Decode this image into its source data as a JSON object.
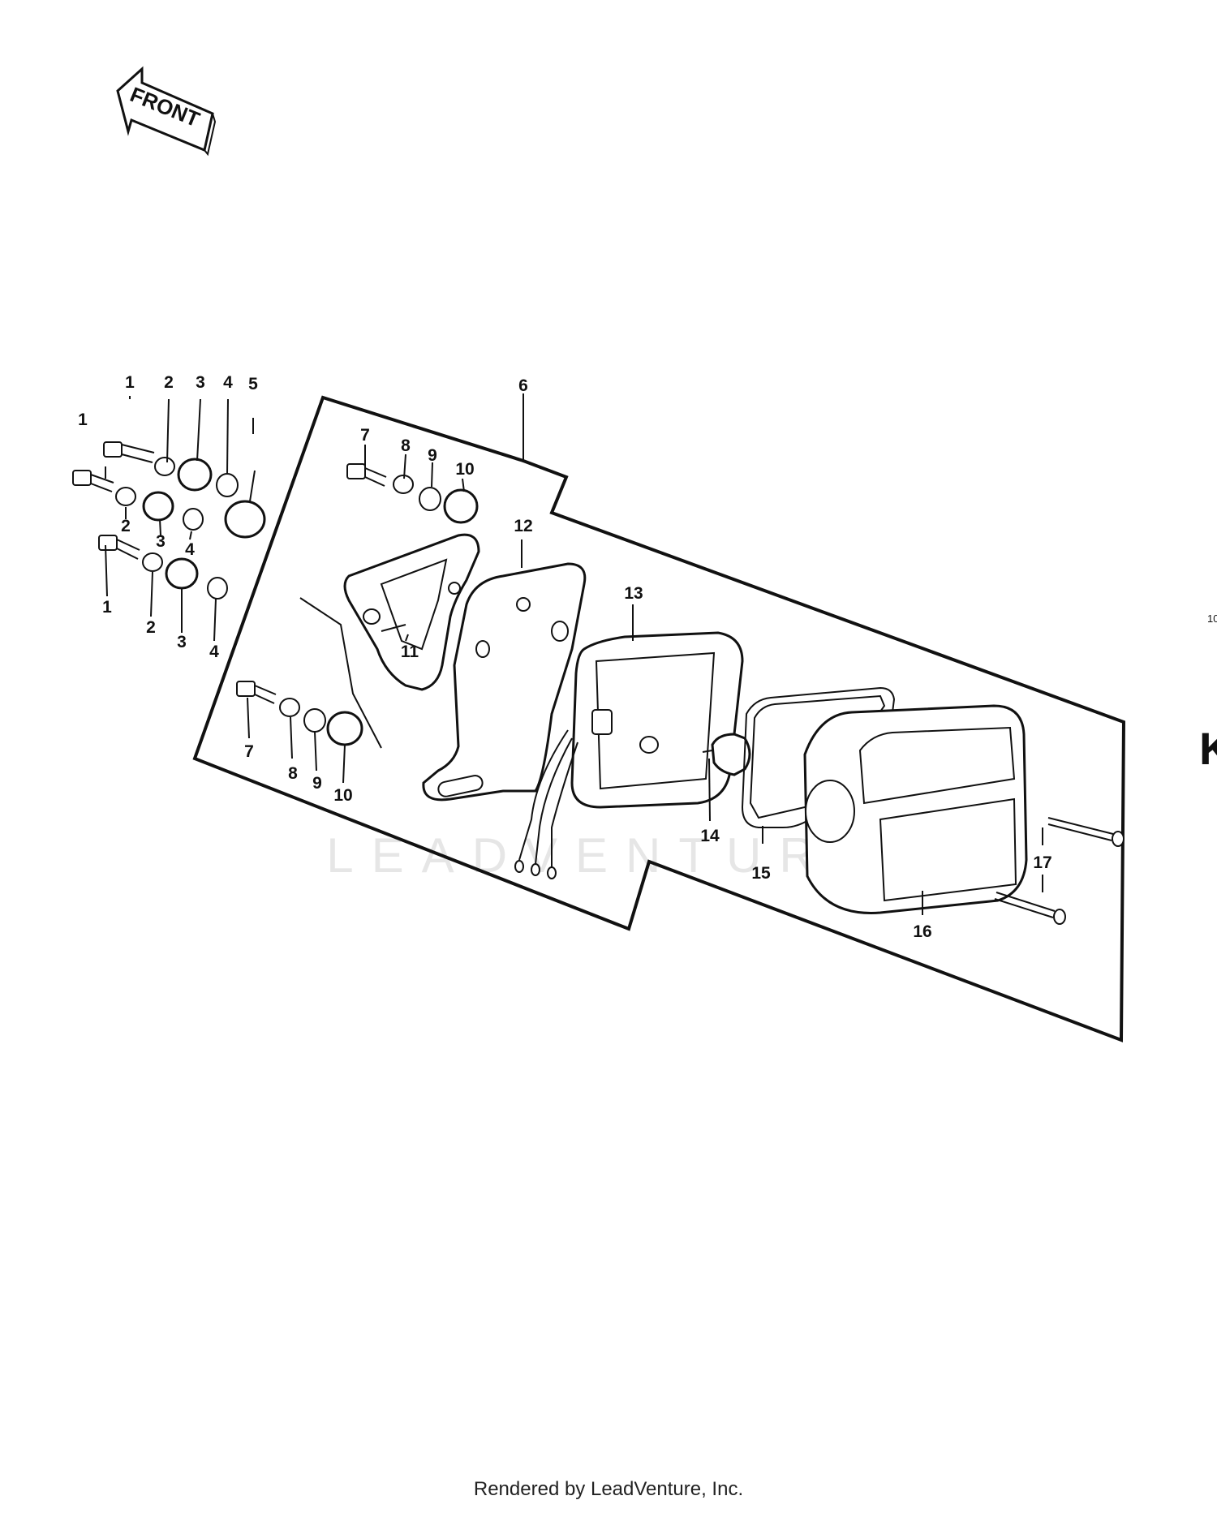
{
  "arrow": {
    "text": "FRONT"
  },
  "watermark": "LEADVENTURE",
  "footer": "Rendered by LeadVenture, Inc.",
  "edge_glyphs": {
    "k": "K",
    "ten": "10"
  },
  "labels": {
    "l1a": "1",
    "l2a": "2",
    "l3a": "3",
    "l4a": "4",
    "l5": "5",
    "l6": "6",
    "l1b": "1",
    "l2b": "2",
    "l3b": "3",
    "l4b": "4",
    "l1c": "1",
    "l2c": "2",
    "l3c": "3",
    "l4c": "4",
    "l7a": "7",
    "l8a": "8",
    "l9a": "9",
    "l10a": "10",
    "l7b": "7",
    "l8b": "8",
    "l9b": "9",
    "l10b": "10",
    "l11": "11",
    "l12": "12",
    "l13": "13",
    "l14": "14",
    "l15": "15",
    "l16": "16",
    "l17": "17"
  },
  "colors": {
    "ink": "#111111",
    "watermark": "#e6e6e6"
  }
}
